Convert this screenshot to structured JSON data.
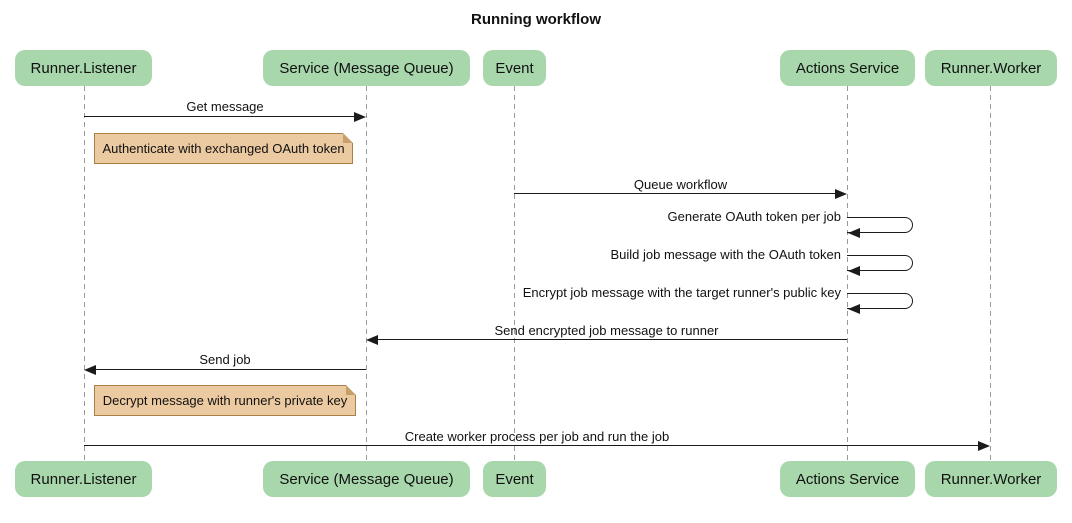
{
  "title": "Running workflow",
  "colors": {
    "actor_fill": "#a7d7ab",
    "note_fill": "#eccaa1",
    "note_border": "#aa8046",
    "lifeline": "#999999",
    "message_line": "#1b1b1b",
    "background": "#ffffff"
  },
  "participants": [
    {
      "label": "Runner.Listener"
    },
    {
      "label": "Service (Message Queue)"
    },
    {
      "label": "Event"
    },
    {
      "label": "Actions Service"
    },
    {
      "label": "Runner.Worker"
    }
  ],
  "messages": [
    {
      "label": "Get message",
      "from": "Runner.Listener",
      "to": "Service (Message Queue)",
      "type": "solid-arrow",
      "direction": "right"
    },
    {
      "label": "Queue workflow",
      "from": "Event",
      "to": "Actions Service",
      "type": "solid-arrow",
      "direction": "right"
    },
    {
      "label": "Generate OAuth token per job",
      "from": "Actions Service",
      "to": "Actions Service",
      "type": "self-loop"
    },
    {
      "label": "Build job message with the OAuth token",
      "from": "Actions Service",
      "to": "Actions Service",
      "type": "self-loop"
    },
    {
      "label": "Encrypt job message with the target runner's public key",
      "from": "Actions Service",
      "to": "Actions Service",
      "type": "self-loop"
    },
    {
      "label": "Send encrypted job message to runner",
      "from": "Actions Service",
      "to": "Service (Message Queue)",
      "type": "solid-arrow",
      "direction": "left"
    },
    {
      "label": "Send job",
      "from": "Service (Message Queue)",
      "to": "Runner.Listener",
      "type": "solid-arrow",
      "direction": "left"
    },
    {
      "label": "Create worker process per job and run the job",
      "from": "Runner.Listener",
      "to": "Runner.Worker",
      "type": "solid-arrow",
      "direction": "right"
    }
  ],
  "notes": [
    {
      "text": "Authenticate with exchanged OAuth token",
      "position": "right of Runner.Listener"
    },
    {
      "text": "Decrypt message with runner's private key",
      "position": "right of Runner.Listener"
    }
  ]
}
